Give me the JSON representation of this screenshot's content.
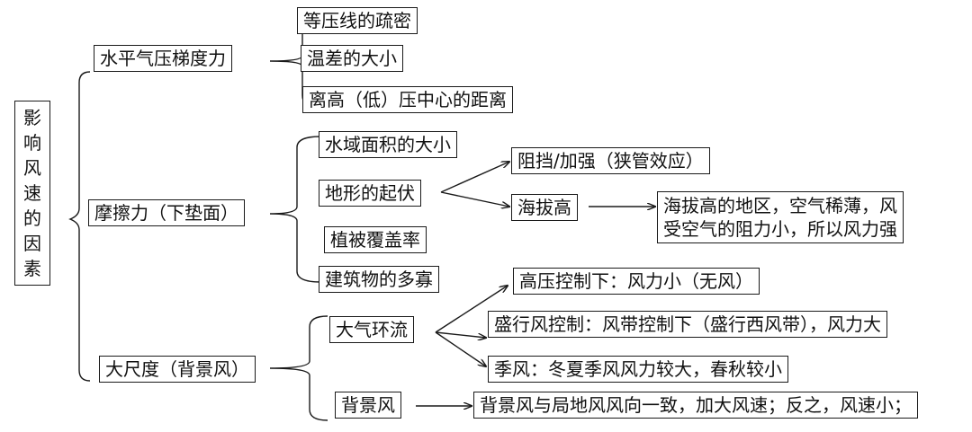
{
  "root": [
    "影",
    "响",
    "风",
    "速",
    "的",
    "因",
    "素"
  ],
  "branches": {
    "pressure_gradient": {
      "label": "水平气压梯度力",
      "items": [
        "等压线的疏密",
        "温差的大小",
        "离高（低）压中心的距离"
      ]
    },
    "friction": {
      "label": "摩擦力（下垫面）",
      "items": [
        "水域面积的大小",
        "地形的起伏",
        "植被覆盖率",
        "建筑物的多寡"
      ],
      "terrain": {
        "block": "阻挡/加强（狭管效应）",
        "altitude": "海拔高",
        "altitude_note": [
          "海拔高的地区，空气稀薄，风",
          "受空气的阻力小，所以风力强"
        ]
      }
    },
    "large_scale": {
      "label": "大尺度（背景风）",
      "circulation": {
        "label": "大气环流",
        "items": [
          "高压控制下：风力小（无风）",
          "盛行风控制：风带控制下（盛行西风带），风力大",
          "季风：冬夏季风风力较大，春秋较小"
        ]
      },
      "background": {
        "label": "背景风",
        "note": "背景风与局地风风向一致，加大风速；反之，风速小；"
      }
    }
  }
}
